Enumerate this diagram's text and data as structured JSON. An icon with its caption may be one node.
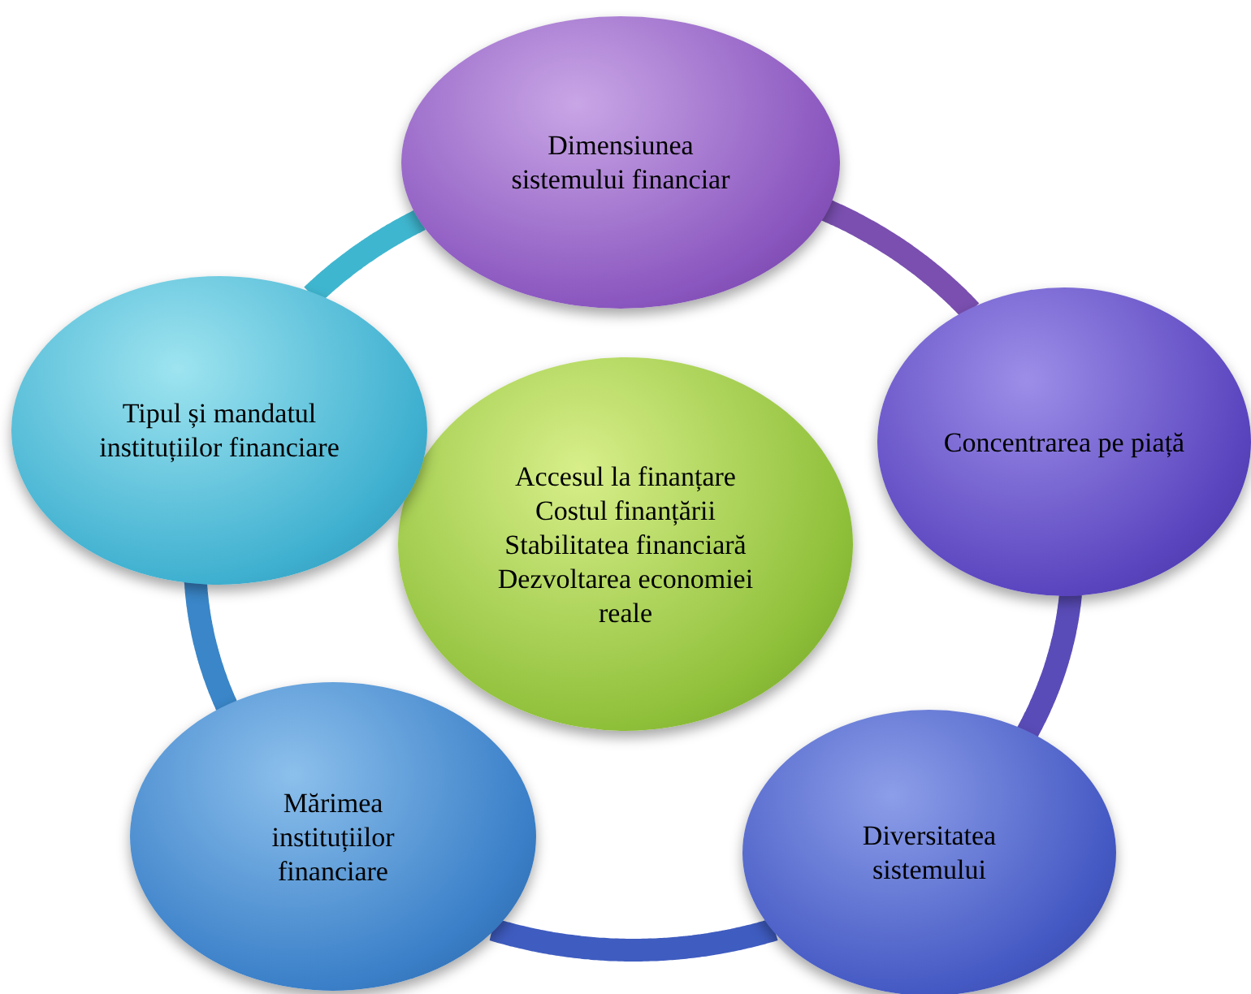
{
  "diagram": {
    "nodes": [
      {
        "text": [
          "Accesul la finanțare",
          "Costul finanțării",
          "Stabilitatea financiară",
          "Dezvoltarea economiei reale"
        ]
      },
      {
        "text": [
          "Dimensiunea sistemului financiar"
        ]
      },
      {
        "text": [
          "Concentrarea pe piață"
        ]
      },
      {
        "text": [
          "Diversitatea sistemului"
        ]
      },
      {
        "text": [
          "Mărimea instituțiilor financiare"
        ]
      },
      {
        "text": [
          "Tipul și mandatul instituțiilor financiare"
        ]
      }
    ],
    "edges": [
      {
        "from": 1,
        "to": 2,
        "arrow": "none",
        "color": "#7a4fb0"
      },
      {
        "from": 2,
        "to": 3,
        "arrow": "none",
        "color": "#5a4cb8"
      },
      {
        "from": 3,
        "to": 4,
        "arrow": "none",
        "color": "#3f5cc0"
      },
      {
        "from": 4,
        "to": 5,
        "arrow": "none",
        "color": "#3a86c8"
      },
      {
        "from": 5,
        "to": 1,
        "arrow": "none",
        "color": "#3fb6cf"
      }
    ]
  }
}
